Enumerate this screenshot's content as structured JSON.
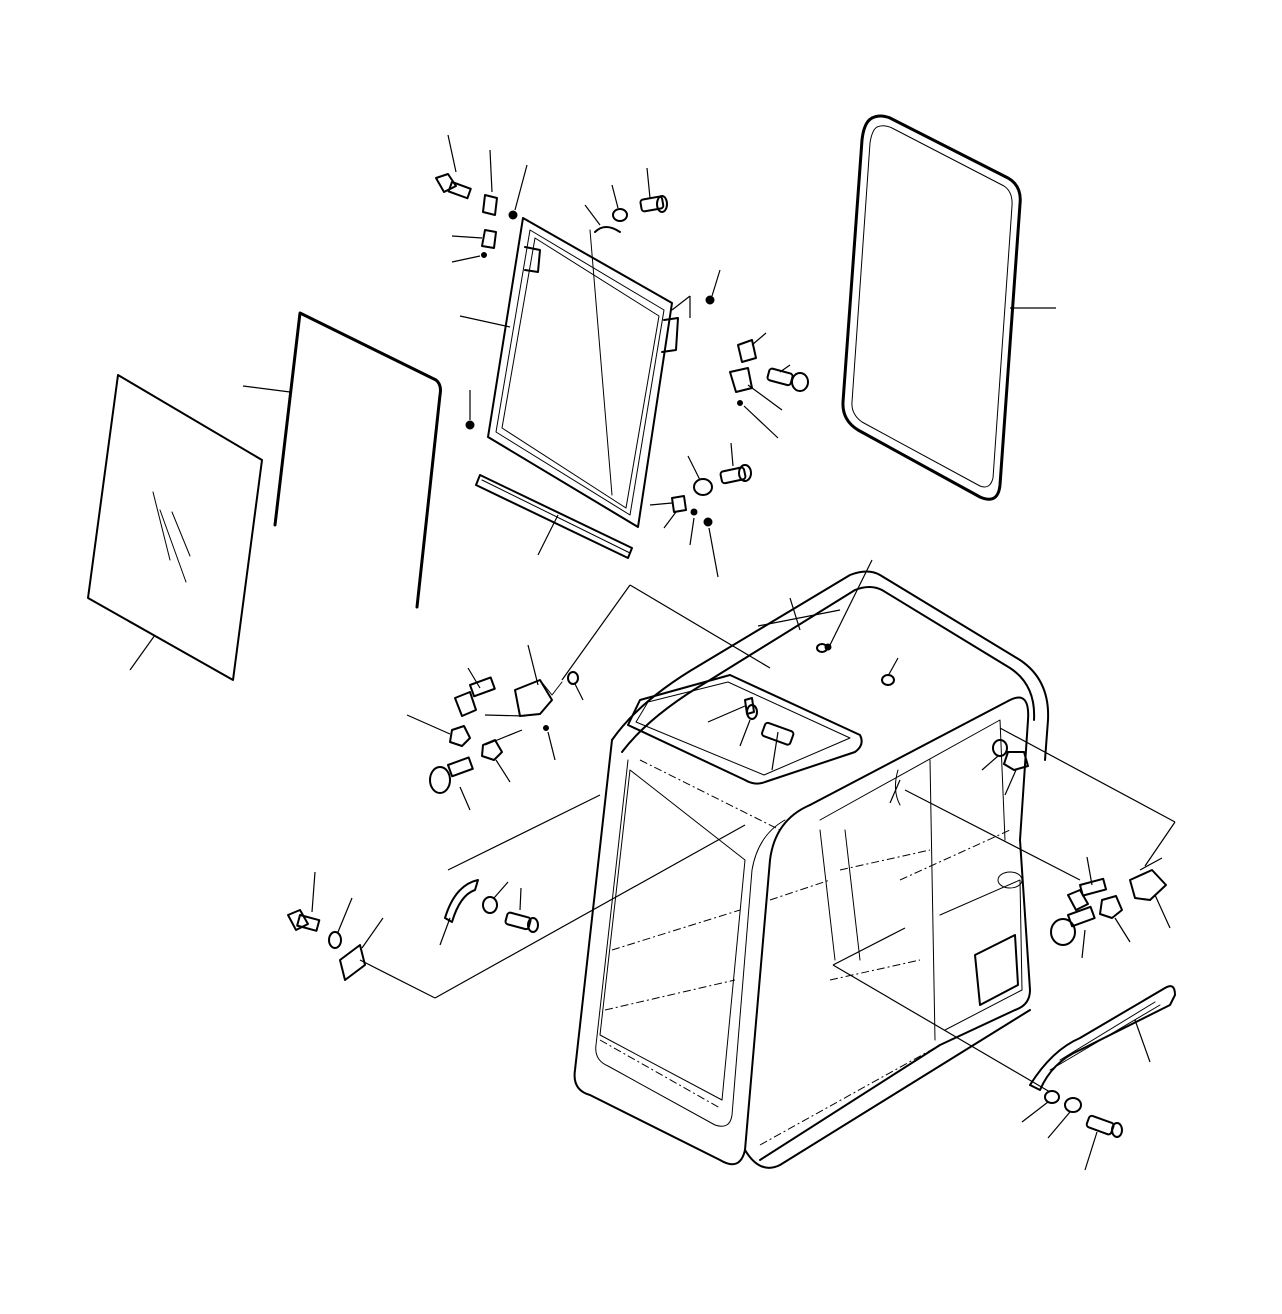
{
  "diagram": {
    "background": "#ffffff",
    "line_color": "#000000",
    "parts": [
      {
        "id": "glass-panel",
        "icon": "glass-pane"
      },
      {
        "id": "weather-strip-side",
        "icon": "seal-strip"
      },
      {
        "id": "window-frame",
        "icon": "window-frame"
      },
      {
        "id": "bottom-seal",
        "icon": "seal-strip"
      },
      {
        "id": "window-gasket",
        "icon": "rounded-gasket"
      },
      {
        "id": "cab-frame",
        "icon": "operator-cab"
      },
      {
        "id": "fasteners",
        "icon": "bolt-nut-washer"
      },
      {
        "id": "latch-brackets",
        "icon": "bracket"
      },
      {
        "id": "step-plate",
        "icon": "grip-step"
      }
    ]
  }
}
